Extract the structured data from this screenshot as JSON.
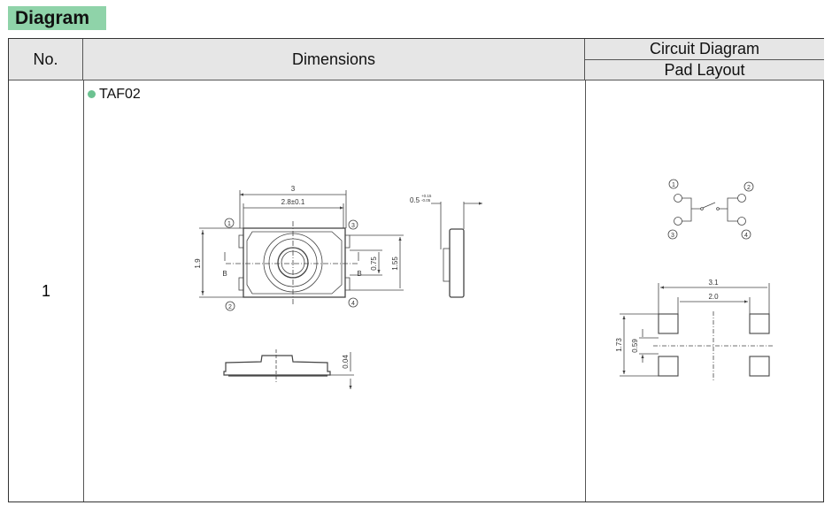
{
  "title": "Diagram",
  "table": {
    "headers": {
      "no": "No.",
      "dimensions": "Dimensions",
      "circuit": "Circuit Diagram",
      "pad": "Pad Layout"
    },
    "rows": [
      {
        "no": "1",
        "model": "TAF02"
      }
    ]
  },
  "dimensions": {
    "width_outer": "3",
    "width_inner": "2.8±0.1",
    "height": "1.9",
    "pitch": "1.55",
    "button": "0.75",
    "section_left": "B",
    "section_right": "B",
    "thickness": "0.5",
    "thickness_tol_plus": "+0.15",
    "thickness_tol_minus": "-0.05",
    "standoff": "0.04",
    "pins": [
      "1",
      "2",
      "3",
      "4"
    ]
  },
  "circuit": {
    "pins": [
      "1",
      "2",
      "3",
      "4"
    ]
  },
  "pad_layout": {
    "span_outer": "3.1",
    "span_inner": "2.0",
    "height_outer": "1.73",
    "gap": "0.59"
  },
  "colors": {
    "title_bg": "#8fd3a9",
    "header_bg": "#e6e6e6",
    "bullet": "#6cc291"
  }
}
